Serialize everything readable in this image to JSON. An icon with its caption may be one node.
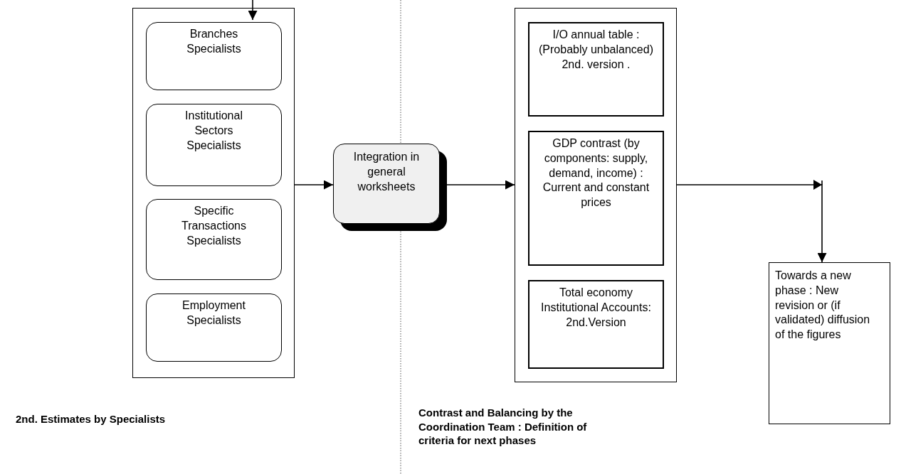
{
  "diagram": {
    "nodes": [
      {
        "text": [],
        "shape": "box"
      },
      {
        "text": [
          "Branches Specialists"
        ],
        "in": 0
      },
      {
        "text": [
          "Institutional Sectors Specialists"
        ],
        "in": 0
      },
      {
        "text": [
          "Specific Transactions Specialists"
        ],
        "in": 0
      },
      {
        "text": [
          "Employment Specialists"
        ],
        "in": 0
      },
      {
        "text": [
          "Integration in general worksheets"
        ]
      },
      {
        "text": [],
        "shape": "box"
      },
      {
        "text": [
          "I/O annual table : (Probably unbalanced) 2nd. version ."
        ],
        "in": 6
      },
      {
        "text": [
          "GDP contrast  (by components: supply, demand, income) : Current and constant prices"
        ],
        "in": 6
      },
      {
        "text": [
          "Total economy Institutional Accounts: 2nd.Version"
        ],
        "in": 6
      },
      {
        "text": [
          "Towards a new phase : New revision or (if validated) diffusion of the figures"
        ]
      }
    ],
    "edges": [
      {
        "from": null,
        "to": 1,
        "arrow": "to"
      },
      {
        "from": 0,
        "to": 5,
        "arrow": "to"
      },
      {
        "from": 5,
        "to": 6,
        "arrow": "to"
      },
      {
        "from": 6,
        "to": 10,
        "arrow": "to"
      }
    ],
    "labels": [
      "2nd. Estimates by Specialists",
      "Contrast and Balancing by the Coordination Team : Definition of criteria for next phases"
    ]
  }
}
